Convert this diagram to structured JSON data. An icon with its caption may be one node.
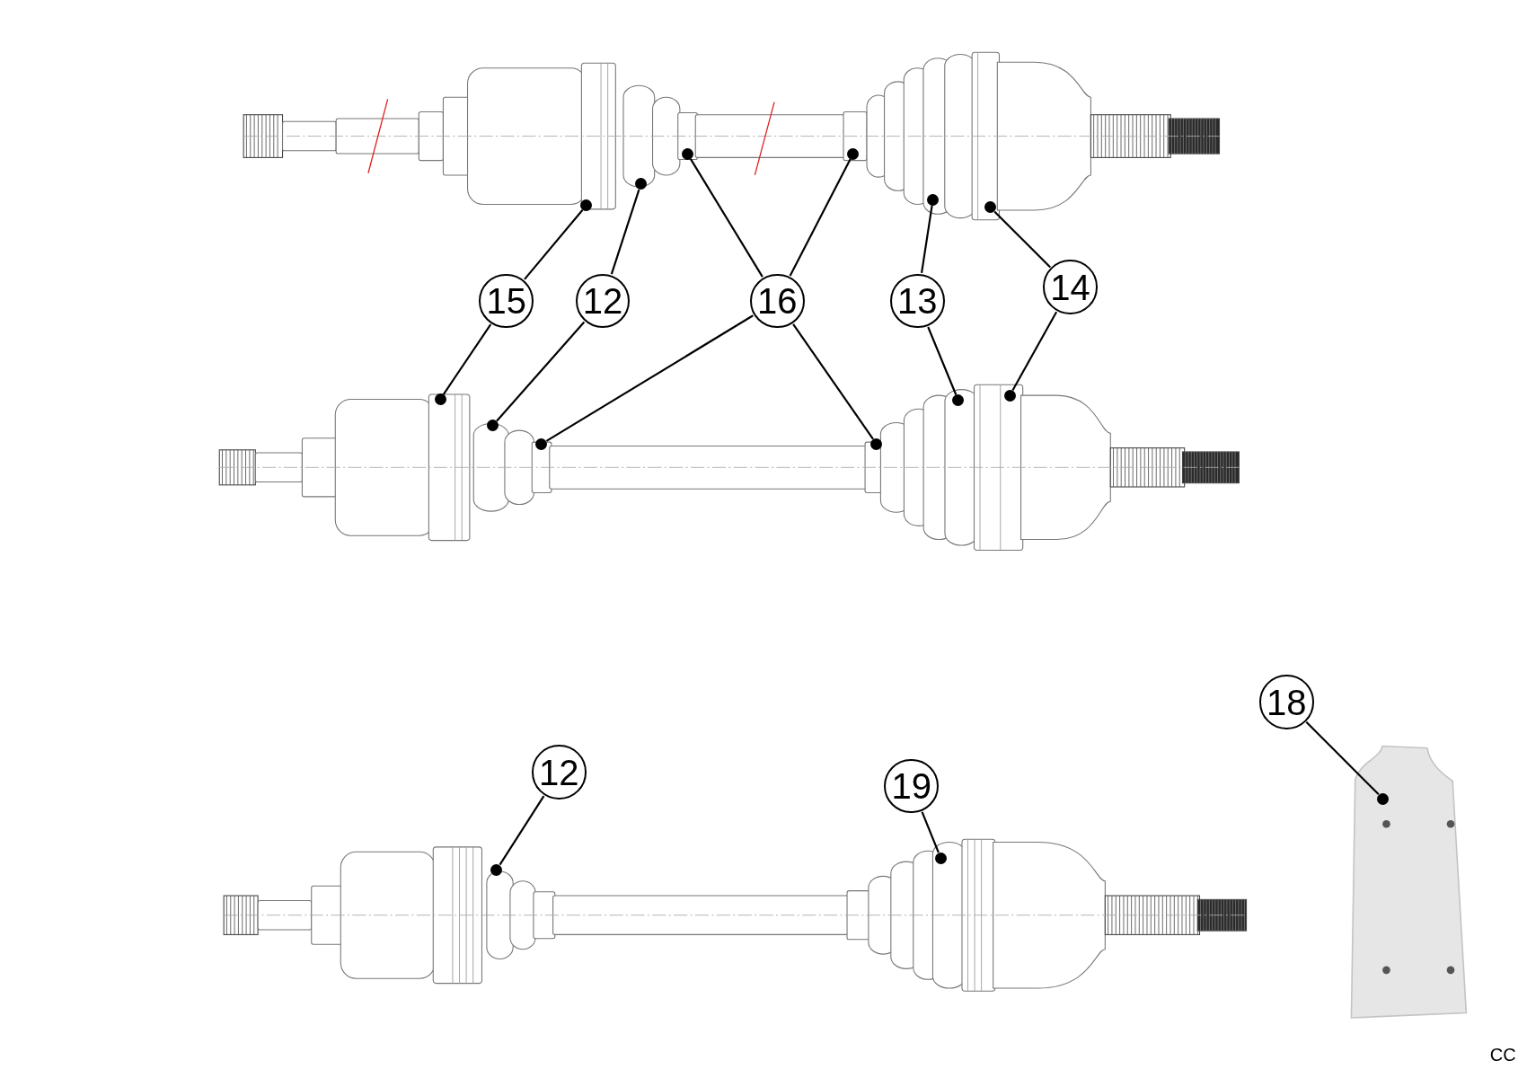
{
  "diagram": {
    "nodes": [
      {
        "text": [],
        "shape": "picture"
      },
      {
        "text": [],
        "shape": "picture"
      },
      {
        "text": [],
        "shape": "picture"
      },
      {
        "text": [],
        "shape": "picture"
      },
      {
        "text": [
          "15"
        ]
      },
      {
        "text": [
          "12"
        ]
      },
      {
        "text": [
          "16"
        ]
      },
      {
        "text": [
          "13"
        ]
      },
      {
        "text": [
          "14"
        ]
      },
      {
        "text": [
          "12"
        ]
      },
      {
        "text": [
          "19"
        ]
      },
      {
        "text": [
          "18"
        ]
      },
      {
        "text": [],
        "shape": "circle",
        "in": 0
      },
      {
        "text": [],
        "shape": "circle",
        "in": 0
      },
      {
        "text": [],
        "shape": "circle",
        "in": 0
      },
      {
        "text": [],
        "shape": "circle",
        "in": 0
      },
      {
        "text": [],
        "shape": "circle",
        "in": 0
      },
      {
        "text": [],
        "shape": "circle",
        "in": 0
      },
      {
        "text": [],
        "shape": "circle",
        "in": 1
      },
      {
        "text": [],
        "shape": "circle",
        "in": 1
      },
      {
        "text": [],
        "shape": "circle",
        "in": 1
      },
      {
        "text": [],
        "shape": "circle",
        "in": 1
      },
      {
        "text": [],
        "shape": "circle",
        "in": 1
      },
      {
        "text": [],
        "shape": "circle",
        "in": 1
      },
      {
        "text": [],
        "shape": "circle",
        "in": 2
      },
      {
        "text": [],
        "shape": "circle",
        "in": 2
      },
      {
        "text": [],
        "shape": "circle",
        "in": 3
      }
    ],
    "edges": [
      {
        "from": 4,
        "to": 12,
        "arrow": "none"
      },
      {
        "from": 4,
        "to": 18,
        "arrow": "none"
      },
      {
        "from": 5,
        "to": 13,
        "arrow": "none"
      },
      {
        "from": 5,
        "to": 19,
        "arrow": "none"
      },
      {
        "from": 6,
        "to": 14,
        "arrow": "none"
      },
      {
        "from": 6,
        "to": 15,
        "arrow": "none"
      },
      {
        "from": 6,
        "to": 20,
        "arrow": "none"
      },
      {
        "from": 6,
        "to": 21,
        "arrow": "none"
      },
      {
        "from": 7,
        "to": 16,
        "arrow": "none"
      },
      {
        "from": 7,
        "to": 22,
        "arrow": "none"
      },
      {
        "from": 8,
        "to": 17,
        "arrow": "none"
      },
      {
        "from": 8,
        "to": 23,
        "arrow": "none"
      },
      {
        "from": 9,
        "to": 24,
        "arrow": "none"
      },
      {
        "from": 10,
        "to": 25,
        "arrow": "none"
      },
      {
        "from": 11,
        "to": 26,
        "arrow": "none"
      }
    ],
    "labels": [
      "CC"
    ]
  }
}
